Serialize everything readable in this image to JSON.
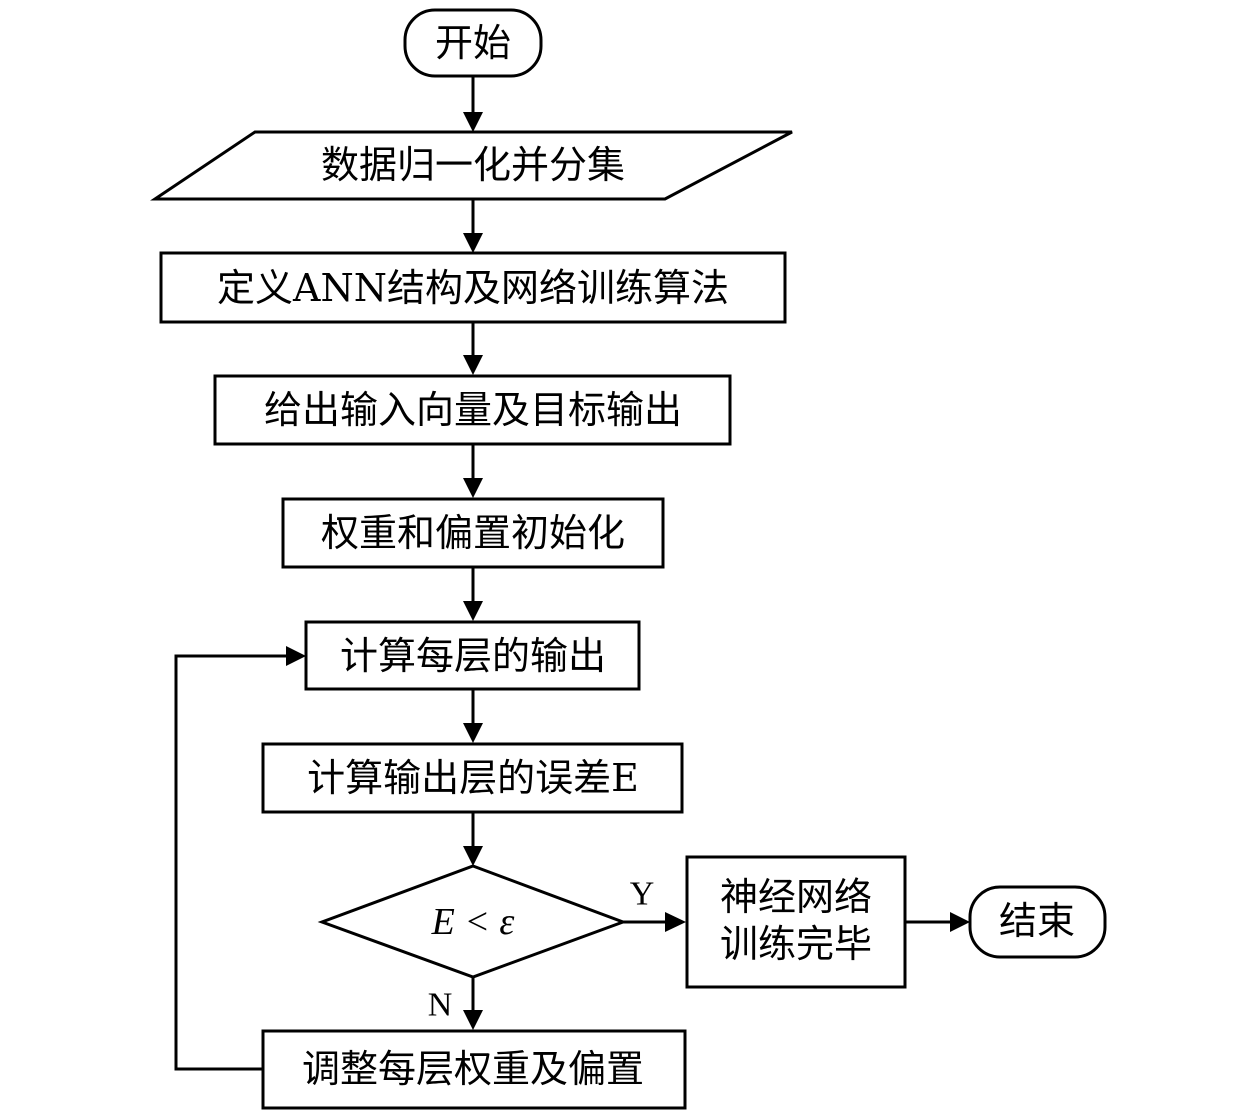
{
  "flowchart": {
    "nodes": {
      "start": "开始",
      "normalize": "数据归一化并分集",
      "define": "定义ANN结构及网络训练算法",
      "input": "给出输入向量及目标输出",
      "init": "权重和偏置初始化",
      "compute_layers": "计算每层的输出",
      "compute_error": "计算输出层的误差E",
      "decision": "E < ε",
      "done_line1": "神经网络",
      "done_line2": "训练完毕",
      "end": "结束",
      "adjust": "调整每层权重及偏置"
    },
    "edge_labels": {
      "yes": "Y",
      "no": "N"
    }
  }
}
